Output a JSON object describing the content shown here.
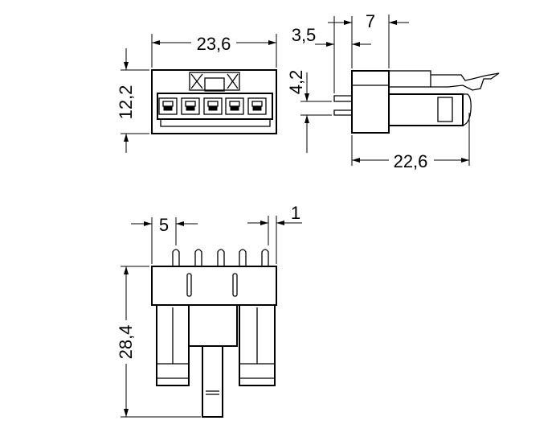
{
  "drawing": {
    "front_view": {
      "width": "23,6",
      "height": "12,2"
    },
    "side_view": {
      "pin_offset": "3,5",
      "top_offset": "7",
      "pin_height": "4,2",
      "length": "22,6"
    },
    "bottom_view": {
      "pitch": "5",
      "pin_width": "1",
      "length": "28,4"
    }
  }
}
